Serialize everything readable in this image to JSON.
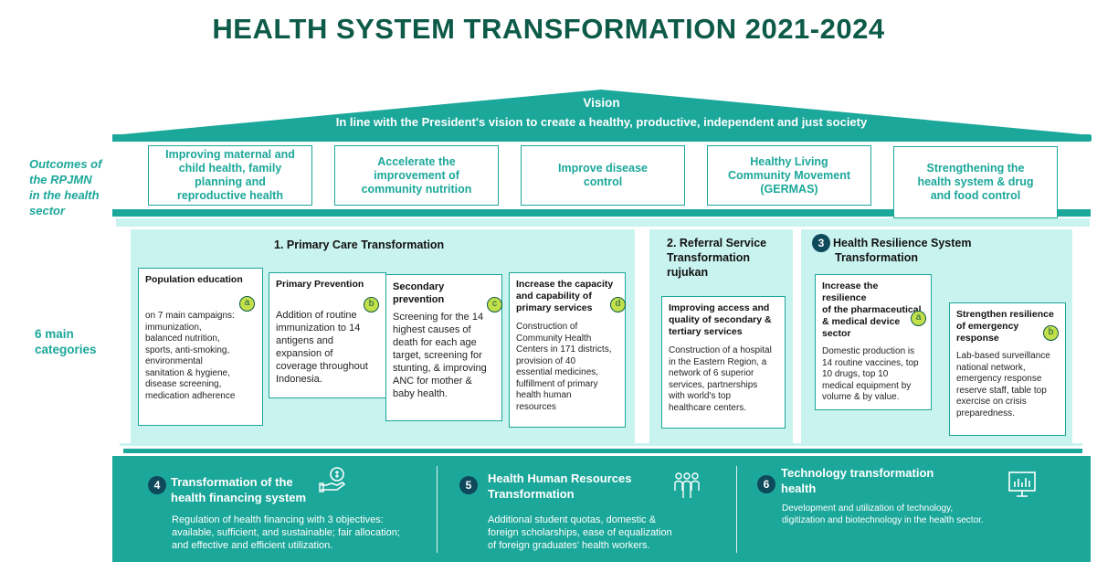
{
  "title": "HEALTH SYSTEM TRANSFORMATION 2021-2024",
  "vision": {
    "heading": "Vision",
    "text": "In line with the President's vision to create a healthy, productive, independent and just society"
  },
  "side_labels": {
    "outcomes": [
      "Outcomes of",
      "the RPJMN",
      "in the health",
      "sector"
    ],
    "categories": [
      "6 main",
      "categories"
    ]
  },
  "outcomes": [
    [
      "Improving maternal and",
      "child health, family",
      "planning and",
      "reproductive health"
    ],
    [
      "Accelerate the",
      "improvement of",
      "community nutrition"
    ],
    [
      "Improve disease",
      "control"
    ],
    [
      "Healthy Living",
      "Community Movement",
      "(GERMAS)"
    ],
    [
      "Strengthening the",
      "health system & drug",
      "and food control"
    ]
  ],
  "primary": {
    "title": "1.   Primary Care Transformation",
    "cards": [
      {
        "title": [
          "Population education"
        ],
        "badge": "a",
        "desc": [
          "on 7 main campaigns:",
          "immunization,",
          "balanced nutrition,",
          "sports, anti-smoking,",
          "environmental",
          "sanitation & hygiene,",
          "disease screening,",
          "medication adherence"
        ]
      },
      {
        "title": [
          "Primary Prevention"
        ],
        "badge": "b",
        "desc": [
          "Addition of routine",
          "immunization to 14",
          "antigens and",
          "expansion of",
          "coverage throughout",
          "Indonesia."
        ]
      },
      {
        "title": [
          "Secondary",
          "prevention"
        ],
        "badge": "c",
        "desc": [
          "Screening for the 14",
          "highest causes of",
          "death for each age",
          "target, screening for",
          "stunting, & improving",
          "ANC for mother &",
          "baby health."
        ]
      },
      {
        "title": [
          "Increase the capacity",
          "and capability of",
          "primary services"
        ],
        "badge": "d",
        "desc": [
          "Construction of",
          "Community Health",
          "Centers in 171 districts,",
          "provision of 40",
          "essential medicines,",
          "fulfillment of primary",
          "health human",
          "resources"
        ]
      }
    ]
  },
  "referral": {
    "title": [
      "2.  Referral Service",
      "Transformation",
      "rujukan"
    ],
    "card": {
      "title": [
        "Improving access and",
        "quality of secondary &",
        "tertiary services"
      ],
      "desc": [
        "Construction of a hospital",
        "in the Eastern Region, a",
        "network of 6 superior",
        "services, partnerships",
        "with world's top",
        "healthcare centers."
      ]
    }
  },
  "resilience": {
    "number": "3",
    "title": [
      "Health Resilience System",
      "Transformation"
    ],
    "cards": [
      {
        "title": [
          "Increase the resilience",
          "of the pharmaceutical",
          "& medical device",
          "sector"
        ],
        "badge": "a",
        "desc": [
          "Domestic production is",
          "14 routine vaccines, top",
          "10 drugs, top 10",
          "medical equipment by",
          "volume & by value."
        ]
      },
      {
        "title": [
          "Strengthen resilience",
          "of emergency",
          "response"
        ],
        "badge": "b",
        "desc": [
          "Lab-based surveillance",
          "national network,",
          "emergency response",
          "reserve staff, table top",
          "exercise on crisis",
          "preparedness."
        ]
      }
    ]
  },
  "bottom": [
    {
      "number": "4",
      "icon": "hand-coin-icon",
      "title": [
        "Transformation of the",
        "health financing system"
      ],
      "desc": [
        "Regulation of health financing with 3 objectives:",
        "available, sufficient, and sustainable; fair allocation;",
        "and effective and efficient utilization."
      ]
    },
    {
      "number": "5",
      "icon": "people-group-icon",
      "title": [
        "Health Human Resources",
        "Transformation"
      ],
      "desc": [
        "Additional student quotas, domestic &",
        "foreign scholarships, ease of equalization",
        "of foreign graduates' health workers."
      ]
    },
    {
      "number": "6",
      "icon": "monitor-chart-icon",
      "title": [
        "Technology transformation",
        "health"
      ],
      "desc": [
        "Development and utilization of technology,",
        "digitization and biotechnology in the health sector."
      ]
    }
  ],
  "colors": {
    "dark_green": "#0e5a49",
    "teal": "#1ba79a",
    "light_teal": "#c9f3ef",
    "badge": "#c3df4a",
    "num_circle": "#0e4a5c"
  }
}
